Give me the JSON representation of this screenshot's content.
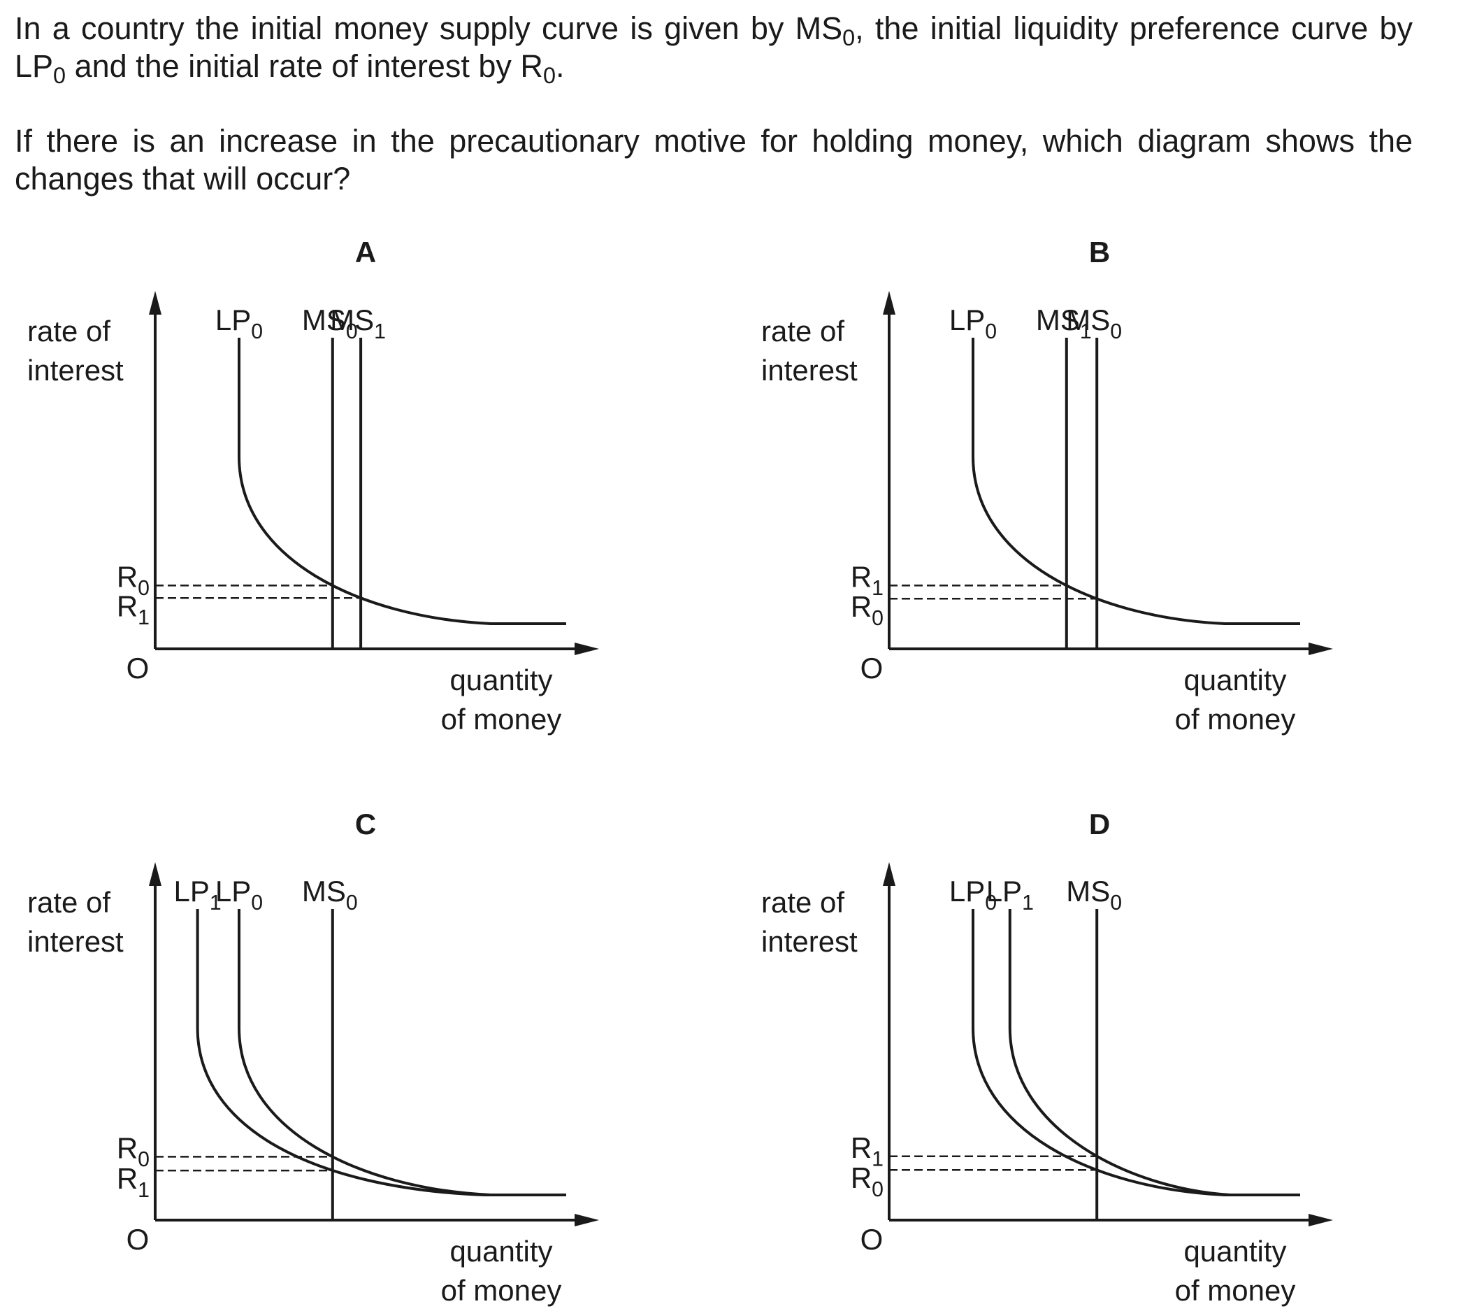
{
  "question": {
    "p1": {
      "line1": [
        {
          "t": "In a country the initial money supply curve is given by MS"
        },
        {
          "s": "0"
        },
        {
          "t": ", the initial liquidity preference curve by"
        }
      ],
      "line2": [
        {
          "t": "LP"
        },
        {
          "s": "0"
        },
        {
          "t": " and the initial rate of interest by R"
        },
        {
          "s": "0"
        },
        {
          "t": "."
        }
      ]
    },
    "p2": {
      "line1": [
        {
          "t": "If there is an increase in the precautionary motive for holding money, which diagram shows the"
        }
      ],
      "line2": [
        {
          "t": "changes that will occur?"
        }
      ]
    }
  },
  "common": {
    "y_axis_label": [
      "rate of",
      "interest"
    ],
    "x_axis_label": [
      "quantity",
      "of money"
    ],
    "origin": "O"
  },
  "diagrams": [
    {
      "id": "A",
      "title": "A",
      "curves": [
        {
          "kind": "lp",
          "label": "LP",
          "sub": "0",
          "shift": 0
        },
        {
          "kind": "ms",
          "label": "MS",
          "sub": "0",
          "at": 0.39
        },
        {
          "kind": "ms",
          "label": "MS",
          "sub": "1",
          "at": 0.455
        }
      ],
      "rates": [
        {
          "label": "R",
          "sub": "0",
          "curve_index": 0,
          "ms_index": 1
        },
        {
          "label": "R",
          "sub": "1",
          "curve_index": 0,
          "ms_index": 2
        }
      ]
    },
    {
      "id": "B",
      "title": "B",
      "curves": [
        {
          "kind": "lp",
          "label": "LP",
          "sub": "0",
          "shift": 0
        },
        {
          "kind": "ms",
          "label": "MS",
          "sub": "1",
          "at": 0.39
        },
        {
          "kind": "ms",
          "label": "MS",
          "sub": "0",
          "at": 0.46
        }
      ],
      "rates": [
        {
          "label": "R",
          "sub": "1",
          "curve_index": 0,
          "ms_index": 1
        },
        {
          "label": "R",
          "sub": "0",
          "curve_index": 0,
          "ms_index": 2
        }
      ]
    },
    {
      "id": "C",
      "title": "C",
      "curves": [
        {
          "kind": "lp",
          "label": "LP",
          "sub": "1",
          "shift": -0.09
        },
        {
          "kind": "lp",
          "label": "LP",
          "sub": "0",
          "shift": 0
        },
        {
          "kind": "ms",
          "label": "MS",
          "sub": "0",
          "at": 0.39
        }
      ],
      "rates": [
        {
          "label": "R",
          "sub": "0",
          "curve_index": 1,
          "ms_index": 2
        },
        {
          "label": "R",
          "sub": "1",
          "curve_index": 0,
          "ms_index": 2
        }
      ]
    },
    {
      "id": "D",
      "title": "D",
      "curves": [
        {
          "kind": "lp",
          "label": "LP",
          "sub": "0",
          "shift": 0
        },
        {
          "kind": "lp",
          "label": "LP",
          "sub": "1",
          "shift": 0.08
        },
        {
          "kind": "ms",
          "label": "MS",
          "sub": "0",
          "at": 0.46
        }
      ],
      "rates": [
        {
          "label": "R",
          "sub": "1",
          "curve_index": 1,
          "ms_index": 2
        },
        {
          "label": "R",
          "sub": "0",
          "curve_index": 0,
          "ms_index": 2
        }
      ]
    }
  ]
}
